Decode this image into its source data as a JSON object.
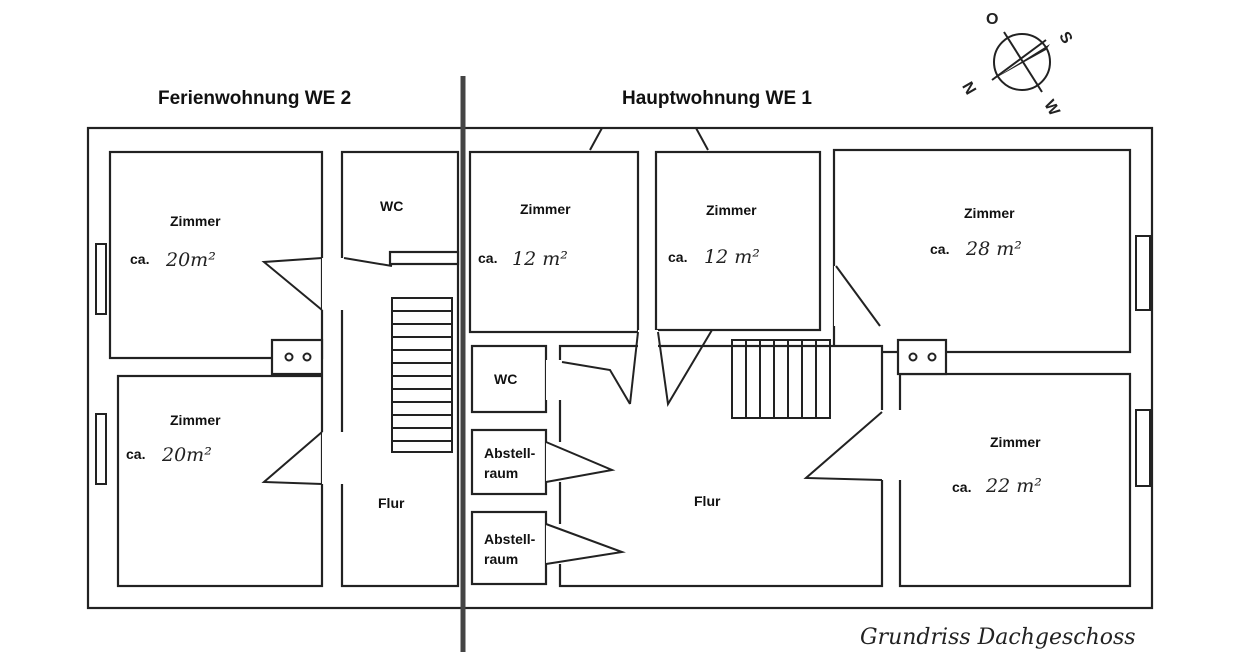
{
  "titles": {
    "left": "Ferienwohnung WE 2",
    "right": "Hauptwohnung WE 1"
  },
  "compass": {
    "o": "O",
    "s": "S",
    "w": "W",
    "n": "N"
  },
  "rooms": [
    {
      "label": "Zimmer",
      "ca": "ca.",
      "area": "20m²"
    },
    {
      "label": "Zimmer",
      "ca": "ca.",
      "area": "20m²"
    },
    {
      "label": "WC"
    },
    {
      "label": "Flur"
    },
    {
      "label": "Zimmer",
      "ca": "ca.",
      "area": "12 m²"
    },
    {
      "label": "Zimmer",
      "ca": "ca.",
      "area": "12 m²"
    },
    {
      "label": "Zimmer",
      "ca": "ca.",
      "area": "28 m²"
    },
    {
      "label": "WC"
    },
    {
      "label": "Abstell-",
      "label2": "raum"
    },
    {
      "label": "Abstell-",
      "label2": "raum"
    },
    {
      "label": "Flur"
    },
    {
      "label": "Zimmer",
      "ca": "ca.",
      "area": "22 m²"
    }
  ],
  "caption": "Grundriss Dachgeschoss"
}
